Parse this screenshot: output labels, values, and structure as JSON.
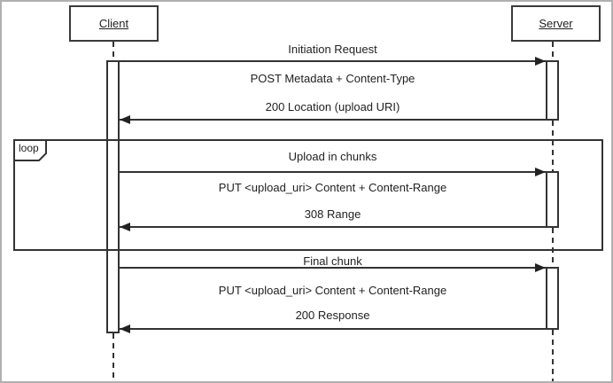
{
  "diagram": {
    "type": "sequence",
    "actors": [
      {
        "name": "Client"
      },
      {
        "name": "Server"
      }
    ],
    "loop_fragment": {
      "operator": "loop"
    },
    "interactions": [
      {
        "label": "Initiation Request",
        "request": "POST Metadata + Content-Type",
        "response": "200 Location (upload URI)"
      },
      {
        "label": "Upload in chunks",
        "request": "PUT <upload_uri> Content + Content-Range",
        "response": "308 Range"
      },
      {
        "label": "Final chunk",
        "request": "PUT <upload_uri> Content + Content-Range",
        "response": "200 Response"
      }
    ],
    "colors": {
      "line": "#333333",
      "text": "#222222",
      "frame_border": "#b0b0b0",
      "background": "#ffffff"
    }
  }
}
